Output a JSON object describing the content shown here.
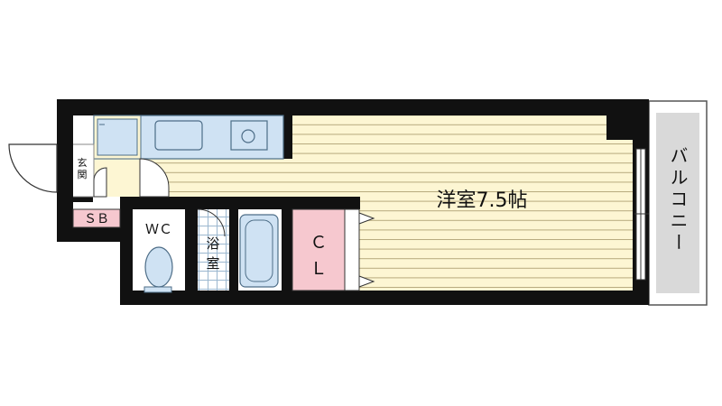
{
  "rooms": {
    "western_room": "洋室7.5帖",
    "balcony": "バルコニー",
    "entrance_top": "玄",
    "entrance_bottom": "関",
    "shoe_box": "ＳＢ",
    "toilet": "ＷＣ",
    "bath_top": "浴",
    "bath_bottom": "室",
    "closet_top": "Ｃ",
    "closet_bottom": "Ｌ"
  },
  "colors": {
    "wall": "#111111",
    "floor": "#fdf6d3",
    "floor_lines": "#b7aa7e",
    "fixtures": "#cfe2f3",
    "fixture_stroke": "#4d6d87",
    "closet": "#f6c8cf",
    "balcony": "#d9d9d9"
  }
}
